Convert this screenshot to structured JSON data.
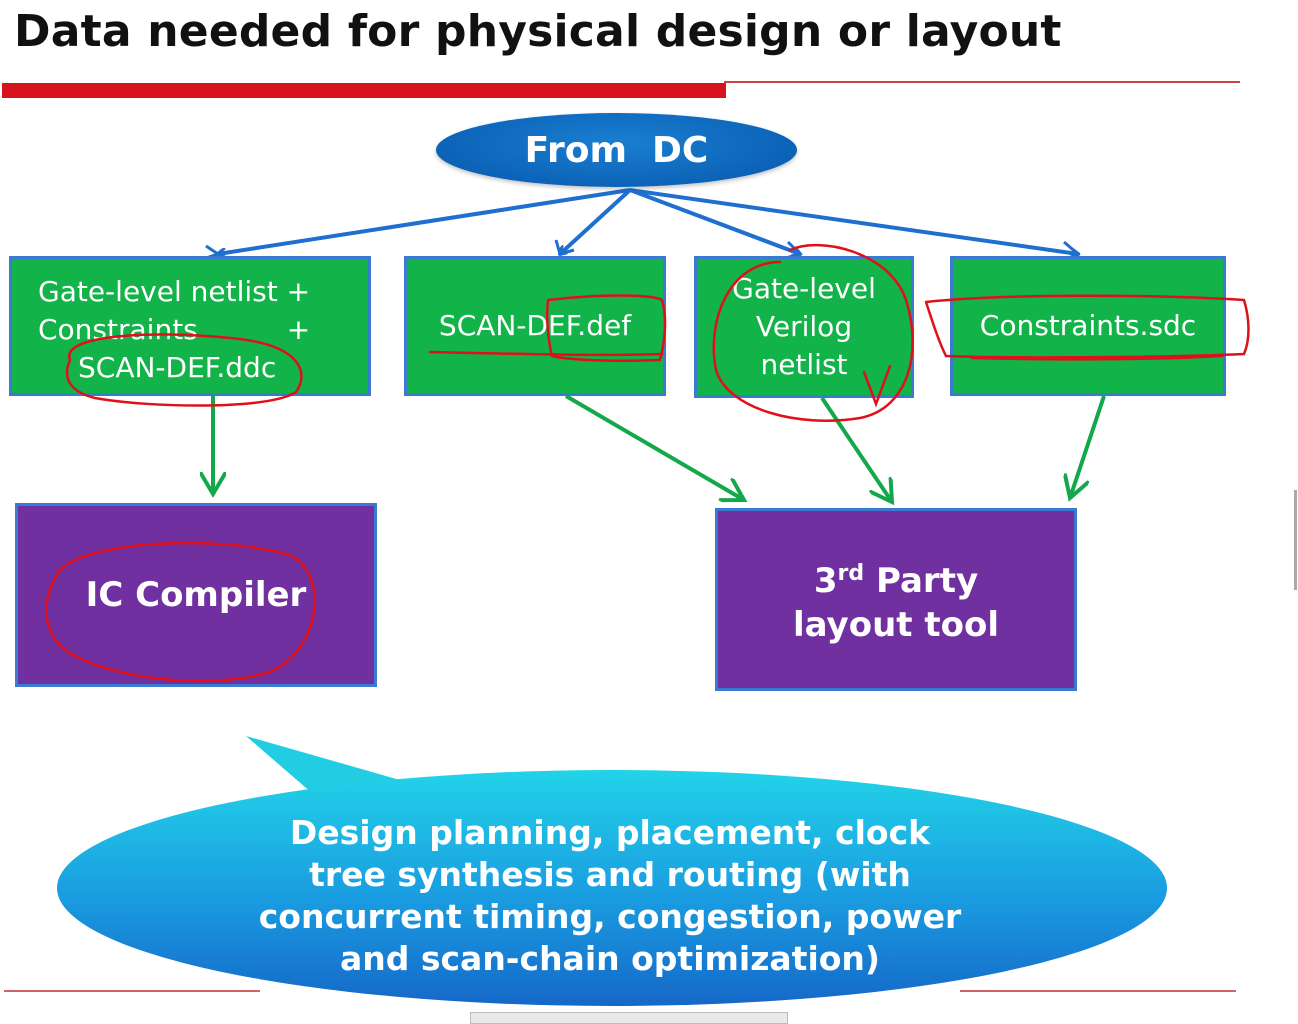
{
  "title": "Data needed for physical design or layout",
  "source_node": "From  DC",
  "inputs": {
    "box1": {
      "line1": "Gate-level netlist +",
      "line2": "Constraints          +",
      "line3": "SCAN-DEF.ddc"
    },
    "box2": {
      "text": "SCAN-DEF.def"
    },
    "box3": {
      "line1": "Gate-level",
      "line2": "Verilog",
      "line3": "netlist"
    },
    "box4": {
      "text": "Constraints.sdc"
    }
  },
  "tools": {
    "ic_compiler": "IC Compiler",
    "third_party": {
      "ordinal": "3",
      "suffix": "rd",
      "line1_rest": " Party",
      "line2": "layout tool"
    }
  },
  "callout": {
    "line1": "Design planning, placement, clock",
    "line2": "tree synthesis and routing (with",
    "line3": "concurrent timing, congestion, power",
    "line4": "and scan-chain optimization)"
  },
  "colors": {
    "title_bar": "#d7141d",
    "green_box": "#12b348",
    "purple_box": "#7030a0",
    "blue_arrow": "#1f6fd0",
    "green_arrow": "#13a84a",
    "annotation_ink": "#e0101a"
  }
}
